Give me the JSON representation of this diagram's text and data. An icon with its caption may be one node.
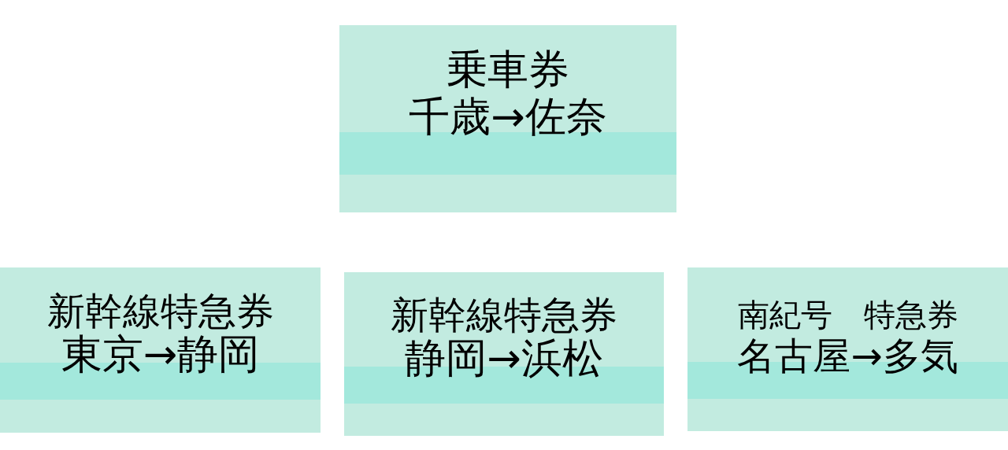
{
  "diagram": {
    "nodes": [
      {
        "text": [
          "乗車券",
          "千歳→佐奈"
        ]
      },
      {
        "text": [
          "新幹線特急券",
          "東京→静岡"
        ]
      },
      {
        "text": [
          "新幹線特急券",
          "静岡→浜松"
        ]
      },
      {
        "text": [
          "南紀号　特急券",
          "名古屋→多気"
        ]
      }
    ]
  }
}
